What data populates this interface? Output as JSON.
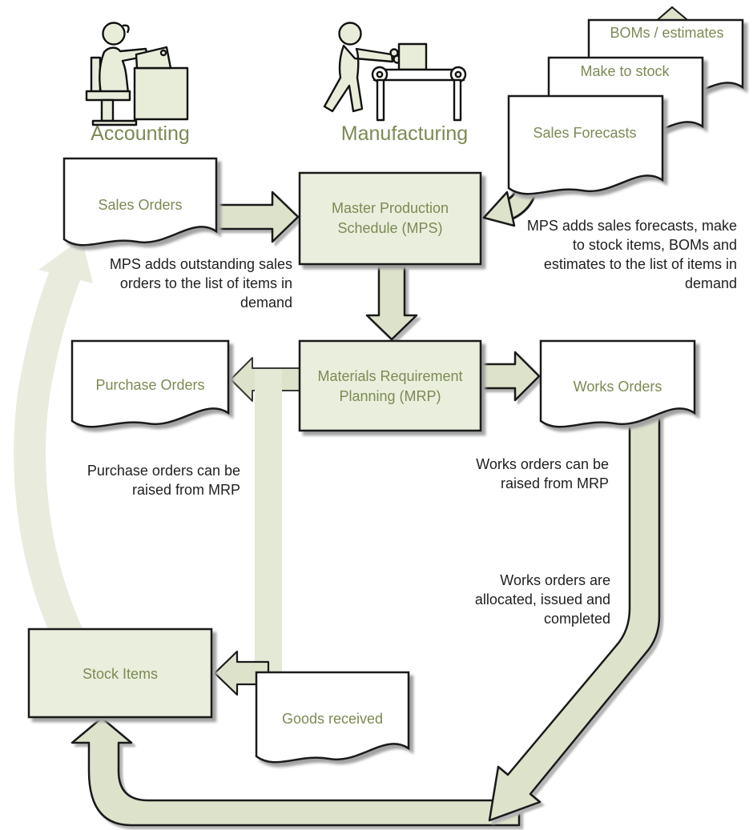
{
  "headings": {
    "accounting": "Accounting",
    "manufacturing": "Manufacturing"
  },
  "documents": {
    "boms": "BOMs / estimates",
    "make_to_stock": "Make to stock",
    "sales_forecasts": "Sales Forecasts",
    "sales_orders": "Sales Orders",
    "purchase_orders": "Purchase Orders",
    "works_orders": "Works Orders",
    "goods_received": "Goods received"
  },
  "processes": {
    "mps": "Master Production\nSchedule (MPS)",
    "mrp": "Materials Requirement\nPlanning (MRP)",
    "stock_items": "Stock Items"
  },
  "captions": {
    "mps_sales_orders": "MPS adds outstanding sales\norders to the list of items in\ndemand",
    "mps_forecasts": "MPS adds sales forecasts, make\nto stock items, BOMs and\nestimates to the list of items in\ndemand",
    "purchase_orders": "Purchase orders can be\nraised from MRP",
    "works_orders_raised": "Works orders can be\nraised from MRP",
    "works_orders_lifecycle": "Works orders are\nallocated, issued and\ncompleted"
  },
  "colors": {
    "box_fill": "#eaeedd",
    "arrow_fill": "#dde3cb",
    "pale_band": "#e4e9d6",
    "palest_arrow": "#e9ecdc",
    "olive_text": "#7b8a53",
    "caption_text": "#1f1f1f",
    "outline": "#1a1a1a"
  }
}
